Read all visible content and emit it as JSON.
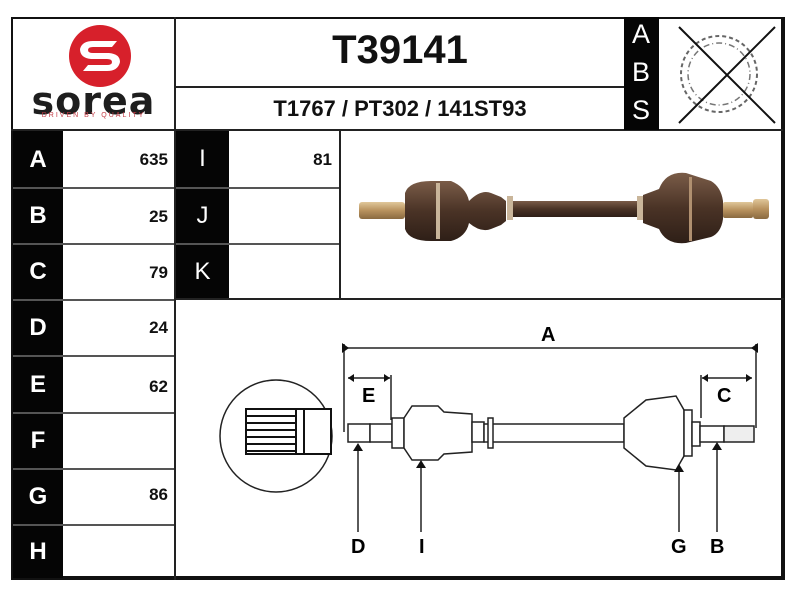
{
  "brand": {
    "name": "sorea",
    "tagline": "DRIVEN BY QUALITY",
    "colors": {
      "red": "#d7202b",
      "dark": "#1e1e1e",
      "tagline": "#c23a44"
    }
  },
  "header": {
    "part_number": "T39141",
    "cross_references": "T1767 / PT302 / 141ST93"
  },
  "abs": {
    "letters": [
      "A",
      "B",
      "S"
    ],
    "icon": "abs-ring-crossed-icon",
    "status": "no ABS ring"
  },
  "dimensions": {
    "left": [
      {
        "label": "A",
        "value": "635"
      },
      {
        "label": "B",
        "value": "25"
      },
      {
        "label": "C",
        "value": "79"
      },
      {
        "label": "D",
        "value": "24"
      },
      {
        "label": "E",
        "value": "62"
      },
      {
        "label": "F",
        "value": ""
      },
      {
        "label": "G",
        "value": "86"
      },
      {
        "label": "H",
        "value": ""
      }
    ],
    "right": [
      {
        "label": "I",
        "value": "81"
      },
      {
        "label": "J",
        "value": ""
      },
      {
        "label": "K",
        "value": ""
      }
    ]
  },
  "diagram": {
    "labels": {
      "A": "A",
      "E": "E",
      "C": "C",
      "D": "D",
      "I": "I",
      "G": "G",
      "B": "B"
    },
    "photo": "drive-shaft-photo"
  }
}
